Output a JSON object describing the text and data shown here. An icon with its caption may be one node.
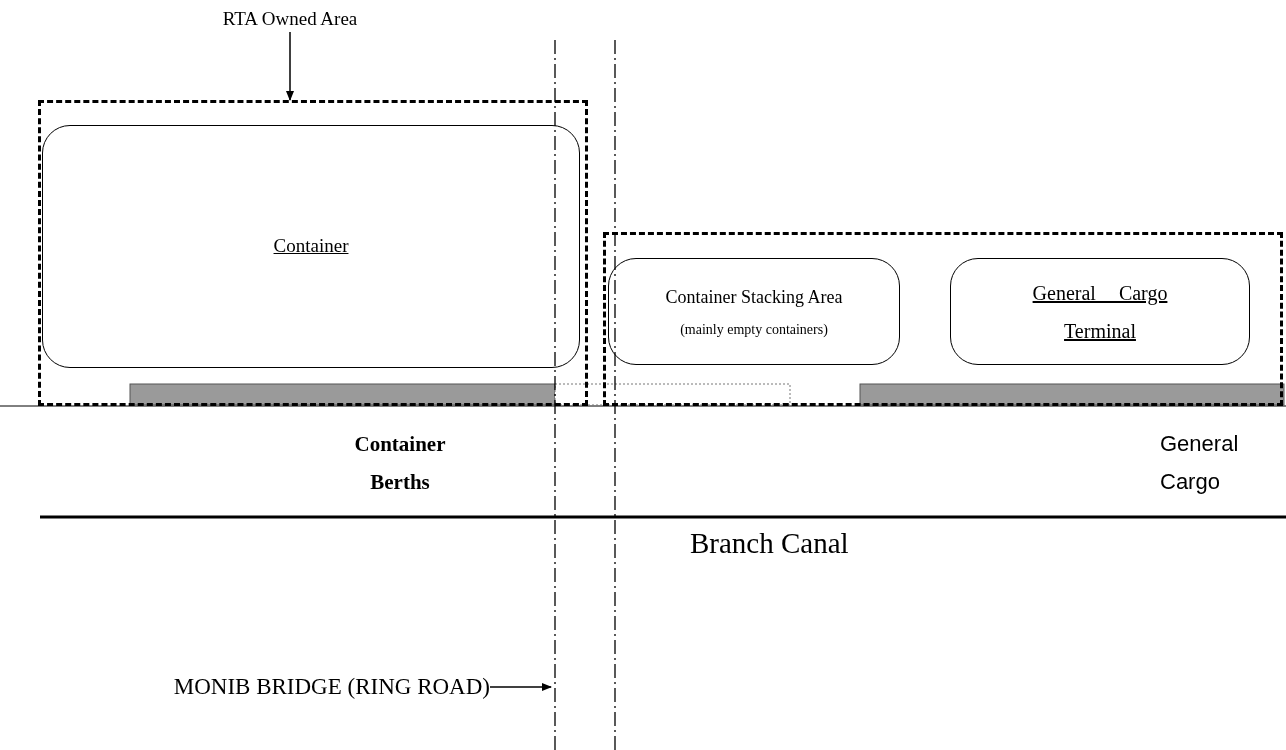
{
  "diagram": {
    "nodes": [
      {
        "text": [
          "RTA Owned Area"
        ]
      },
      {
        "text": [],
        "shape": "box"
      },
      {
        "text": [
          "Container"
        ],
        "in": 1
      },
      {
        "text": [],
        "shape": "box"
      },
      {
        "text": [
          "Container Stacking Area",
          "(mainly empty containers)"
        ],
        "in": 3
      },
      {
        "text": [
          "General Cargo Terminal"
        ],
        "in": 3
      },
      {
        "text": [
          "MONIB BRIDGE (RING ROAD)"
        ]
      },
      {
        "text": [],
        "shape": "line"
      }
    ],
    "edges": [
      {
        "from": 0,
        "to": 1,
        "arrow": "to"
      },
      {
        "from": 6,
        "to": 7,
        "arrow": "to"
      }
    ],
    "labels": [
      "Container Berths",
      "Branch Canal",
      "General Cargo"
    ]
  }
}
